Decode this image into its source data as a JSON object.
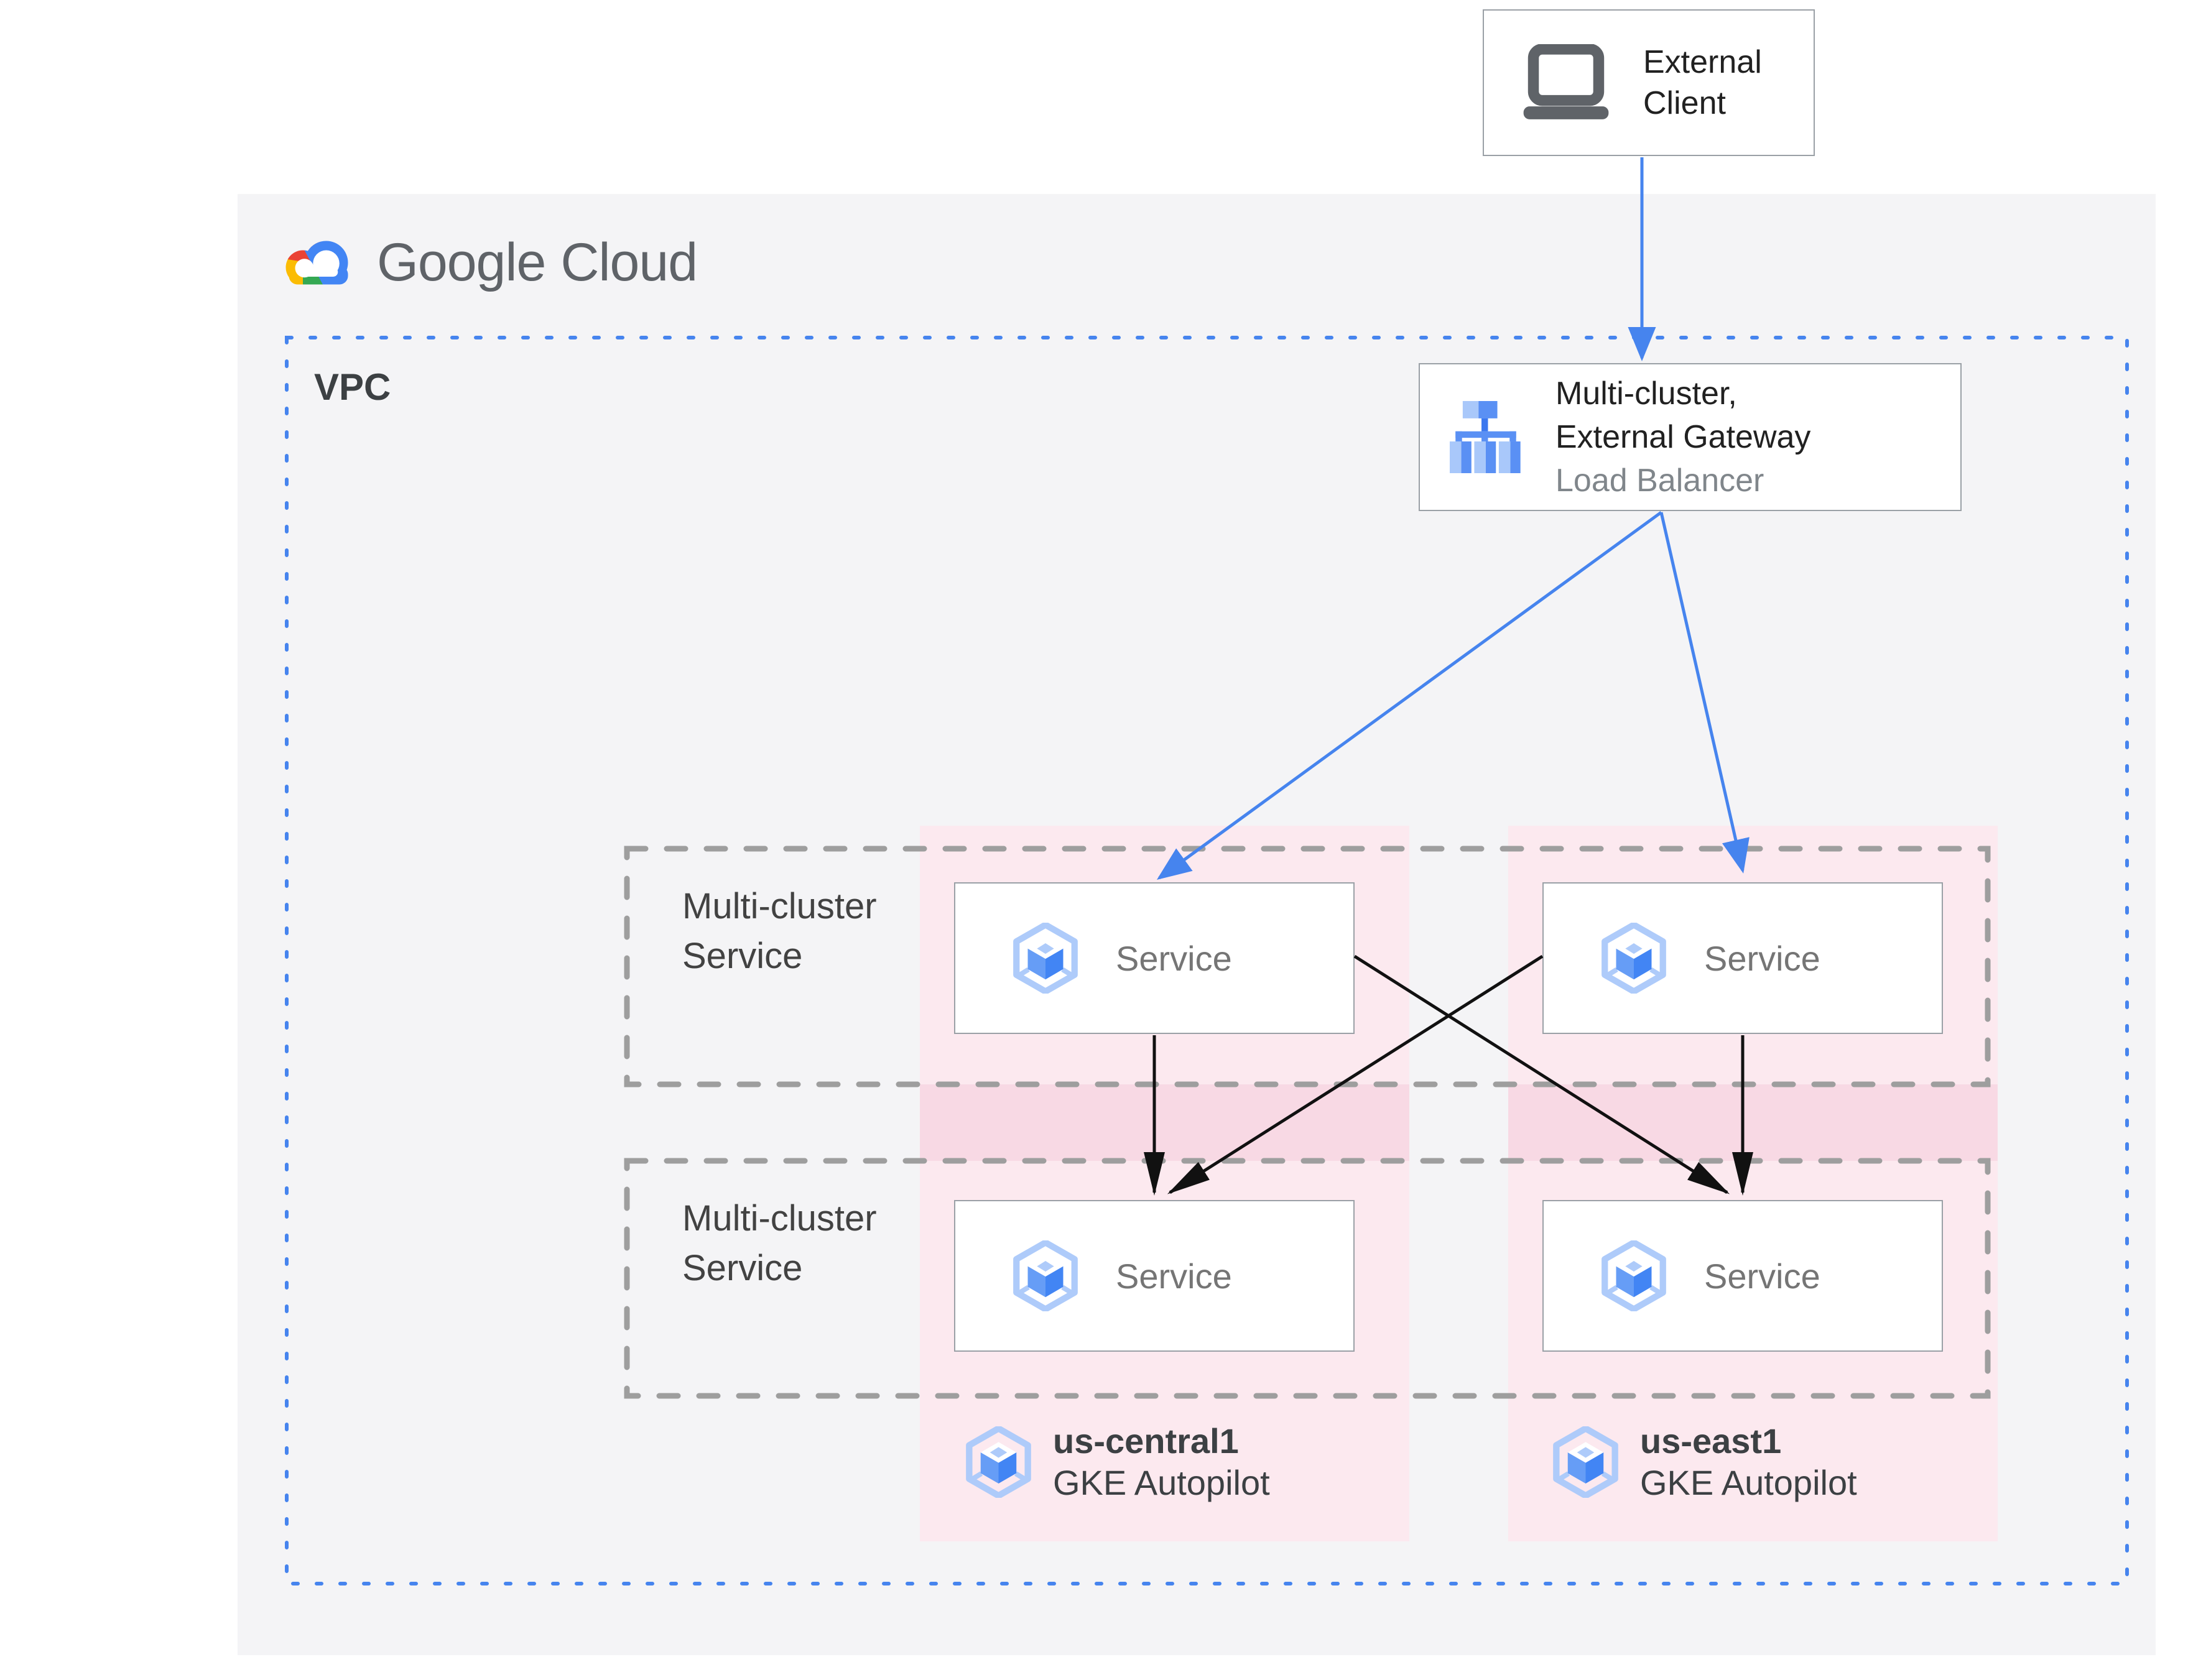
{
  "brand": {
    "google": "Google",
    "cloud": "Cloud",
    "icon": "google-cloud-logo"
  },
  "vpc": {
    "label": "VPC"
  },
  "external_client": {
    "line1": "External",
    "line2": "Client",
    "icon": "laptop-icon"
  },
  "load_balancer": {
    "line1": "Multi-cluster,",
    "line2": "External Gateway",
    "line3": "Load Balancer",
    "icon": "load-balancer-icon"
  },
  "rows": [
    {
      "line1": "Multi-cluster",
      "line2": "Service"
    },
    {
      "line1": "Multi-cluster",
      "line2": "Service"
    }
  ],
  "services": [
    {
      "label": "Service",
      "icon": "gke-service-icon"
    },
    {
      "label": "Service",
      "icon": "gke-service-icon"
    },
    {
      "label": "Service",
      "icon": "gke-service-icon"
    },
    {
      "label": "Service",
      "icon": "gke-service-icon"
    }
  ],
  "regions": [
    {
      "name": "us-central1",
      "platform": "GKE Autopilot",
      "icon": "gke-cluster-icon"
    },
    {
      "name": "us-east1",
      "platform": "GKE Autopilot",
      "icon": "gke-cluster-icon"
    }
  ],
  "colors": {
    "panel_bg": "#f4f4f6",
    "pink_light": "#fce9ef",
    "pink_deep": "#f8d9e4",
    "border_gray": "#9aa0a6",
    "dash_gray": "#9e9e9e",
    "vpc_blue": "#4684ee",
    "arrow_blue": "#4684ee",
    "arrow_black": "#111111",
    "text_dark": "#212121",
    "text_gray": "#757575",
    "text_medium": "#3c4043",
    "label_gray": "#424242",
    "logo_gray": "#5f6368",
    "lb_sub": "#80868b",
    "google_blue": "#4285f4",
    "google_red": "#ea4335",
    "google_yellow": "#fbbc04",
    "google_green": "#34a853",
    "gke_light": "#aecbfa",
    "gke_mid": "#669df6",
    "gke_dark": "#4285f4",
    "laptop_gray": "#5f6368"
  }
}
